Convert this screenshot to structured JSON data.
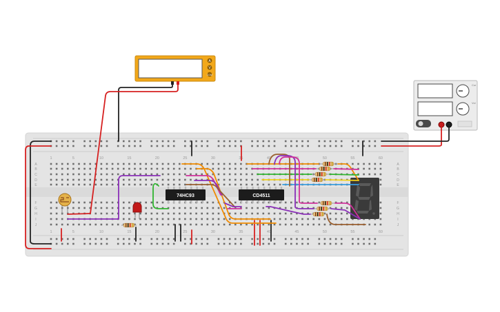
{
  "breadboard": {
    "column_numbers": [
      "1",
      "5",
      "10",
      "15",
      "20",
      "25",
      "30",
      "35",
      "40",
      "45",
      "50",
      "55",
      "60"
    ],
    "row_letters_top": [
      "A",
      "B",
      "C",
      "D",
      "E"
    ],
    "row_letters_bottom": [
      "F",
      "G",
      "H",
      "I",
      "J"
    ]
  },
  "chips": {
    "counter_label": "74HC93",
    "decoder_label": "CD4511"
  },
  "multimeter": {
    "jacks": [
      "A",
      "V",
      "COM"
    ]
  },
  "power_supply": {
    "knob_labels": [
      "Cur",
      "Vol"
    ]
  },
  "colors": {
    "wire_red": "#d62020",
    "wire_black": "#222222",
    "wire_orange": "#f08a00",
    "wire_purple": "#8a2fb8",
    "wire_magenta": "#d0309a",
    "wire_green": "#2fb52f",
    "wire_brown": "#9a6030",
    "wire_yellow": "#f2d21a",
    "wire_blue": "#3a9ee0",
    "multimeter_body": "#f2a81a",
    "breadboard": "#e6e6e6",
    "display_body": "#3a3a3a"
  }
}
